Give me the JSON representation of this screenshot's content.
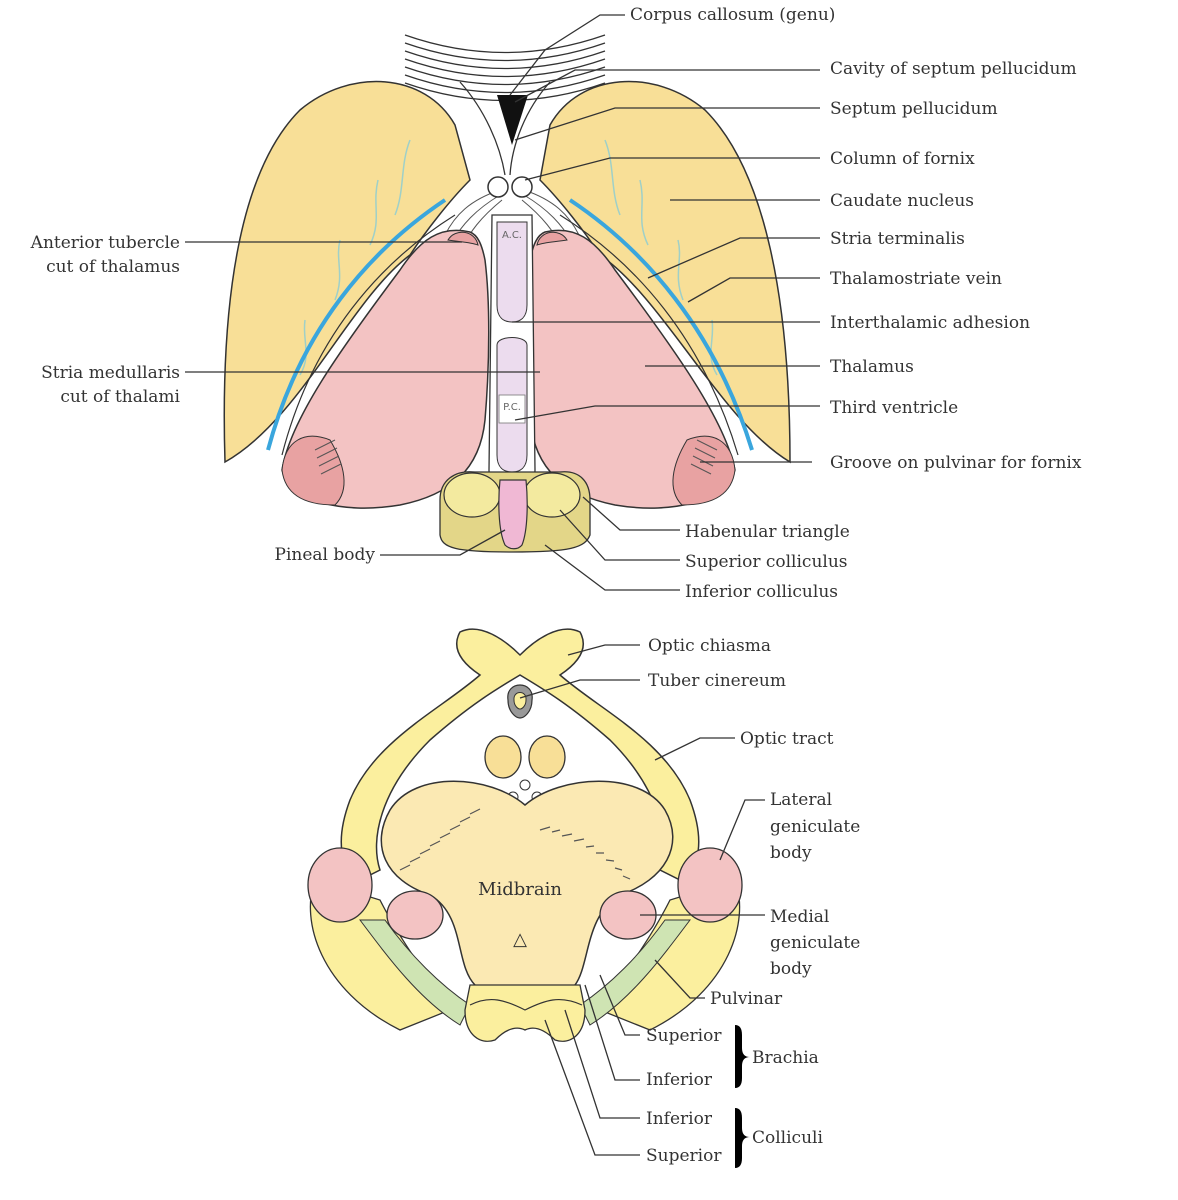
{
  "top": {
    "labels": {
      "corpus_callosum": "Corpus callosum (genu)",
      "cavity_septum": "Cavity of septum pellucidum",
      "septum": "Septum pellucidum",
      "column_fornix": "Column of fornix",
      "caudate": "Caudate nucleus",
      "stria_terminalis": "Stria terminalis",
      "thalamostriate": "Thalamostriate vein",
      "interthalamic": "Interthalamic adhesion",
      "thalamus": "Thalamus",
      "third_ventricle": "Third ventricle",
      "groove_pulvinar": "Groove on pulvinar for fornix",
      "habenular": "Habenular triangle",
      "sup_colliculus": "Superior colliculus",
      "inf_colliculus": "Inferior colliculus",
      "pineal": "Pineal body",
      "anterior_tubercle_1": "Anterior tubercle",
      "anterior_tubercle_2": "cut of thalamus",
      "stria_medullaris_1": "Stria medullaris",
      "stria_medullaris_2": "cut of thalami",
      "ac": "A.C.",
      "pc": "P.C."
    }
  },
  "bottom": {
    "labels": {
      "optic_chiasma": "Optic chiasma",
      "tuber": "Tuber cinereum",
      "optic_tract": "Optic tract",
      "lgb_1": "Lateral",
      "lgb_2": "geniculate",
      "lgb_3": "body",
      "mgb_1": "Medial",
      "mgb_2": "geniculate",
      "mgb_3": "body",
      "pulvinar": "Pulvinar",
      "superior_1": "Superior",
      "inferior_1": "Inferior",
      "brachia": "Brachia",
      "inferior_2": "Inferior",
      "superior_2": "Superior",
      "colliculi": "Colliculi",
      "midbrain": "Midbrain",
      "triangle": "△"
    }
  },
  "colors": {
    "caudate": "#f8df97",
    "thalamus": "#f3c3c3",
    "thalamus_dark": "#e8a2a2",
    "vein": "#3aa6dd",
    "ventricle": "#ecdcee",
    "midbrain": "#fbe9b3",
    "optic": "#fbef9e",
    "colliculus": "#eee196",
    "grey": "#aaaaaa",
    "brachium": "#cfe4b3"
  }
}
